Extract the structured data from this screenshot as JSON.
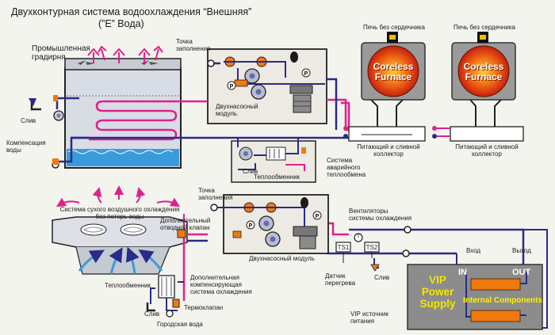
{
  "title": {
    "line1": "Двухконтурная система водоохлаждения “Внешняя”",
    "line2": "(”E” Вода)"
  },
  "top": {
    "cooling_tower": "Промышленная\nградирня",
    "fill_point": "Точка\nзаполнения",
    "pump_module": "Двухнасосный\nмодуль",
    "drain": "Слив",
    "makeup_water": "Компенсация\nводы",
    "emergency_system": "Система\nаварийного\nтеплообмена",
    "heat_exchanger": "Теплообменник",
    "drain2": "Слив",
    "manifold1": "Питающий и сливной\nколлектор",
    "manifold2": "Питающий и сливной\nколлектор",
    "furnace1_title": "Печь без сердечника",
    "furnace2_title": "Печь без сердечника",
    "furnace_text": "Coreless\nFurnace",
    "pressure_mark": "P"
  },
  "bottom": {
    "dry_cooler": "Система сухого воздушного охлаждения\nбез потерь воды",
    "extra_valve": "Дополнительный\nотводной клапан",
    "fill_point": "Точка\nзаполнения",
    "pump_module": "Двухнасосный модуль",
    "fans": "Вентиляторы\nсистемы охлаждения",
    "heat_exchanger": "Теплообменник",
    "extra_system": "Дополнительная\nкомпенсирующая\nсистема охлаждения",
    "thermovalve": "Термоклапан",
    "drain": "Слив",
    "city_water": "Городская вода",
    "ts1": "TS1",
    "ts2": "TS2",
    "t_mark": "T",
    "overheat_sensor": "Датчик\nперегрева",
    "drain2": "Слив",
    "vip_source": "VIP источник\nпитания",
    "inlet": "Вход",
    "outlet": "Выход",
    "in_label": "IN",
    "out_label": "OUT",
    "vip_text": "VIP\nPower\nSupply",
    "internal_components": "Internal Components"
  },
  "colors": {
    "hot_line": "#e0208a",
    "cold_line": "#2a2a8a",
    "tank_water": "#3a9bdc",
    "furnace_box": "#9a9a9a",
    "furnace_core": "#e8401a",
    "vip_panel": "#8c8c8c",
    "component_bar": "#f07a10",
    "pump_orange": "#f07a10"
  }
}
